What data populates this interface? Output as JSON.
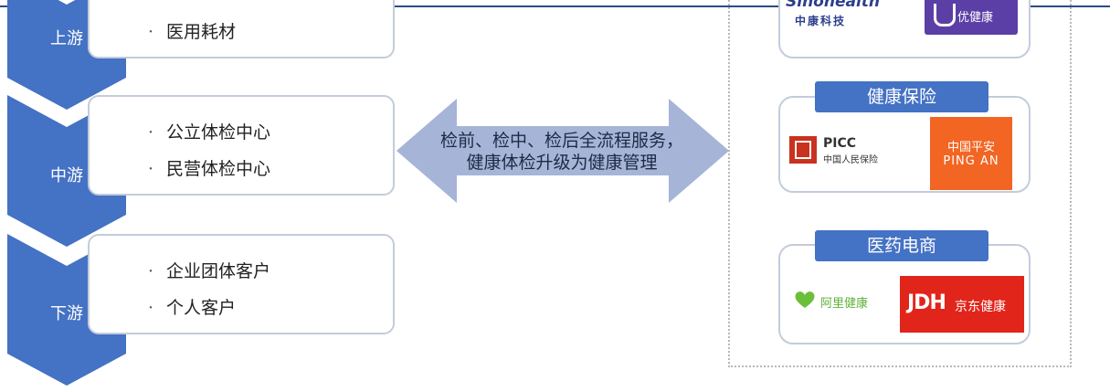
{
  "stages": [
    {
      "label": "上游",
      "items": [
        "医用耗材"
      ]
    },
    {
      "label": "中游",
      "items": [
        "公立体检中心",
        "民营体检中心"
      ]
    },
    {
      "label": "下游",
      "items": [
        "企业团体客户",
        "个人客户"
      ]
    }
  ],
  "bullet": "·",
  "arrow_text": [
    "检前、检中、检后全流程服务，",
    "健康体检升级为健康管理"
  ],
  "groups": [
    {
      "tag": "健康保险"
    },
    {
      "tag": "医药电商"
    }
  ],
  "logos": {
    "sinohealth": {
      "en": "Sinohealth",
      "cn": "中康科技"
    },
    "youjiankang": {
      "text": "优健康"
    },
    "picc": {
      "en": "PICC",
      "cn": "中国人民保险"
    },
    "pingan": {
      "cn": "中国平安",
      "en": "PING AN"
    },
    "alihealth": {
      "text": "阿里健康"
    },
    "jdh": {
      "big": "JDH",
      "small": "京东健康"
    }
  },
  "colors": {
    "chevron": "#4472c4",
    "arrow": "#a6b4d8",
    "tag": "#4472c4"
  }
}
